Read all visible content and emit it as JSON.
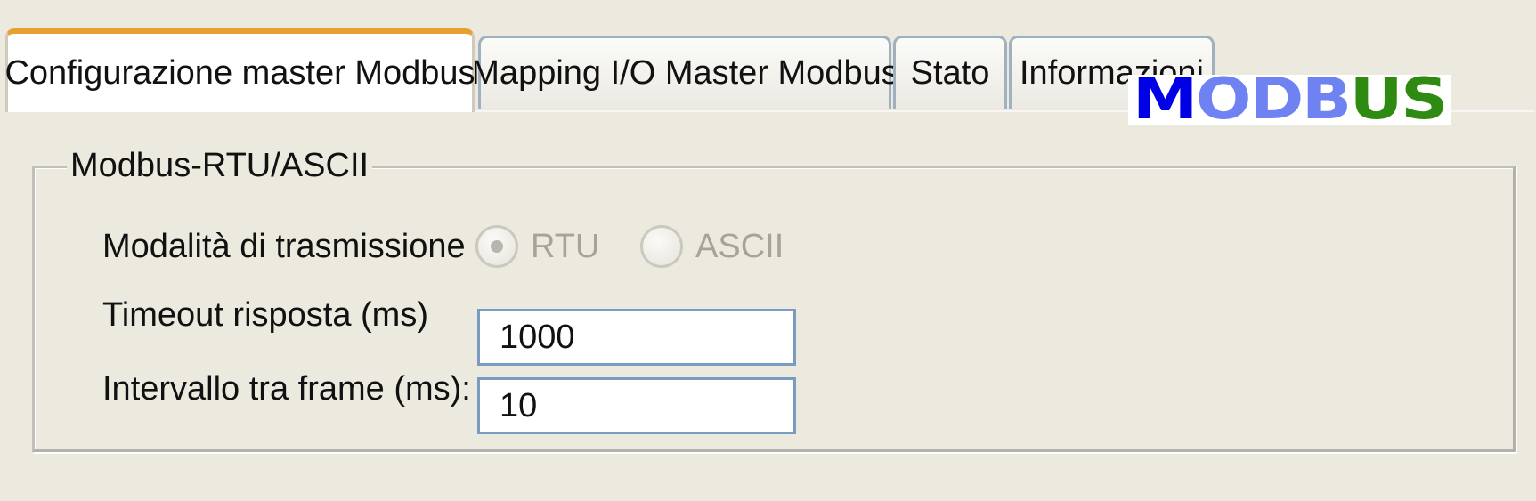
{
  "tabs": [
    {
      "label": "Configurazione master Modbus",
      "active": true
    },
    {
      "label": "Mapping I/O Master Modbus",
      "active": false
    },
    {
      "label": "Stato",
      "active": false
    },
    {
      "label": "Informazioni",
      "active": false
    }
  ],
  "group": {
    "title": "Modbus-RTU/ASCII",
    "transmission_mode": {
      "label": "Modalità di trasmissione",
      "options": [
        "RTU",
        "ASCII"
      ],
      "selected": "RTU",
      "enabled": false
    },
    "response_timeout": {
      "label": "Timeout risposta (ms)",
      "value": "1000"
    },
    "frame_interval": {
      "label": "Intervallo tra frame (ms):",
      "value": "10"
    }
  },
  "logo": {
    "text": "MODBUS",
    "colors": {
      "m": "#0000e6",
      "odb": "#6f82f2",
      "us": "#2f8a12"
    }
  },
  "colors": {
    "window_bg": "#ece9df",
    "active_tab_accent": "#e8a030",
    "input_border": "#7a9cc0"
  }
}
